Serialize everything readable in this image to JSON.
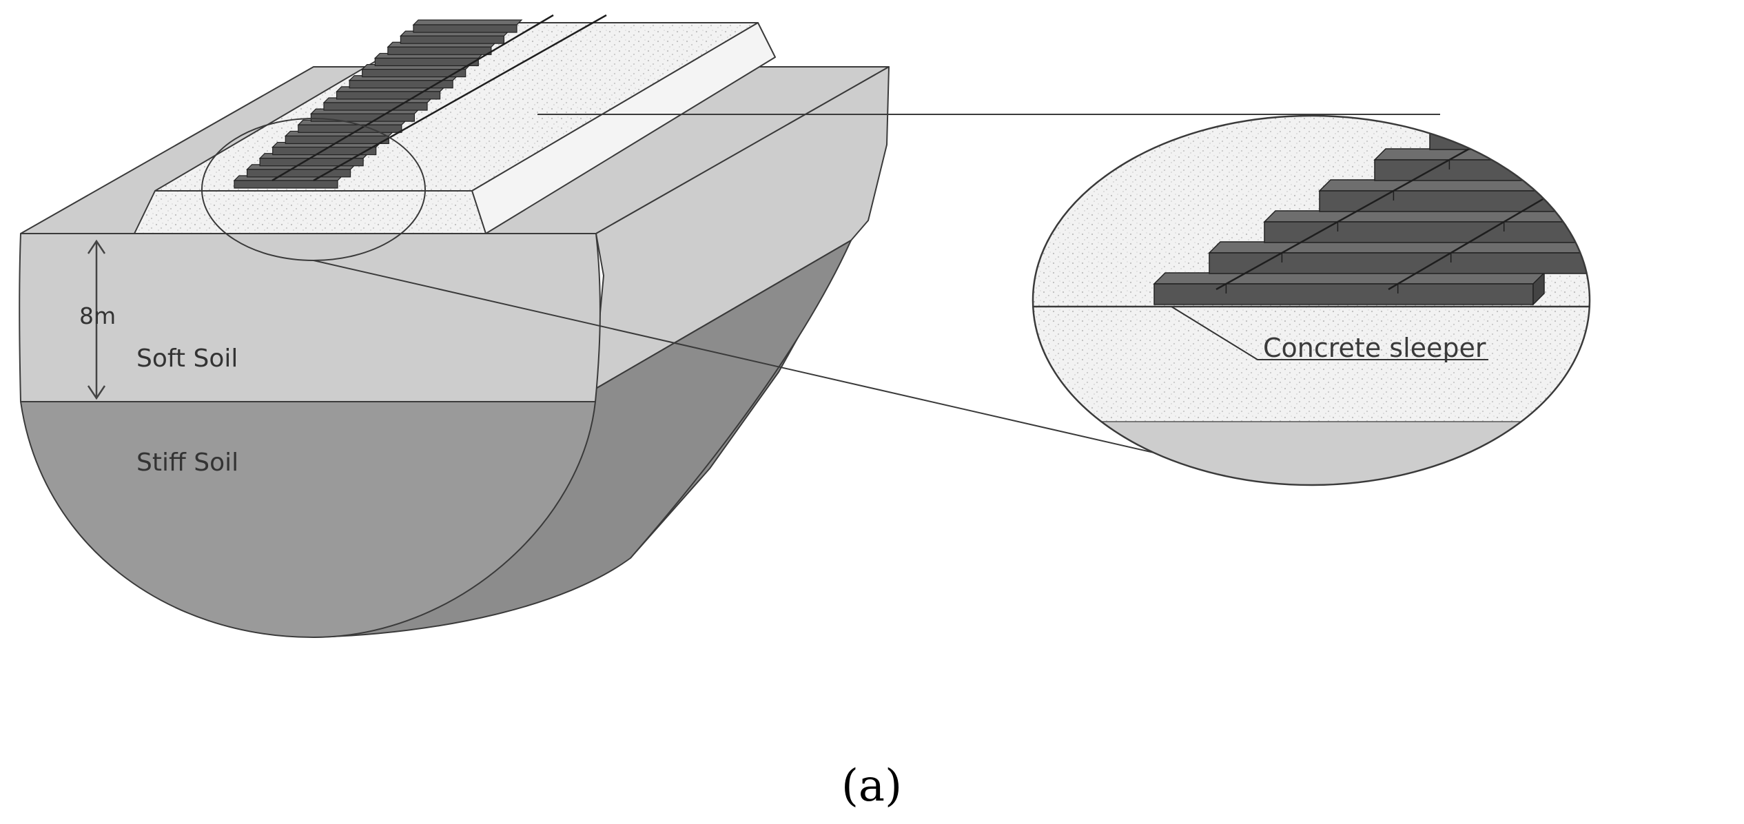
{
  "labels": {
    "depth": "8m",
    "soft_soil": "Soft Soil",
    "stiff_soil": "Stiff Soil",
    "sleeper": "Concrete sleeper",
    "caption": "(a)"
  },
  "colors": {
    "soft_soil": "#cdcdcd",
    "stiff_soil": "#9a9a9a",
    "stiff_soil_dark": "#8c8c8c",
    "embankment": "#f3f3f3",
    "sleeper": "#555555",
    "sleeper_top": "#6e6e6e",
    "outline": "#3a3a3a"
  }
}
